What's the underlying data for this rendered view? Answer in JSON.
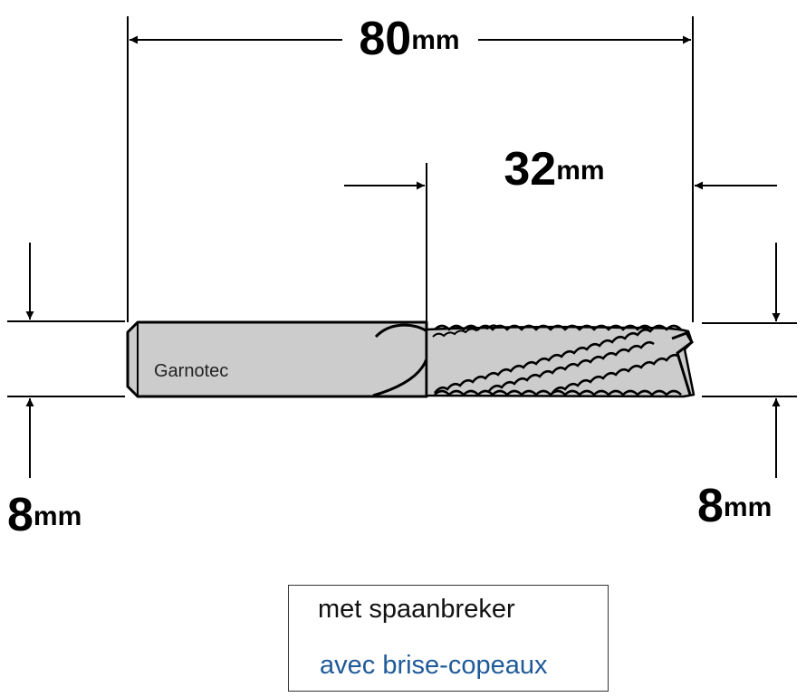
{
  "dimensions": {
    "total_length": {
      "value": "80",
      "unit": "mm"
    },
    "cutting_length": {
      "value": "32",
      "unit": "mm"
    },
    "shank_diameter": {
      "value": "8",
      "unit": "mm"
    },
    "cutting_diameter": {
      "value": "8",
      "unit": "mm"
    }
  },
  "tool": {
    "brand": "Garnotec"
  },
  "caption": {
    "dutch": "met spaanbreker",
    "french": "avec brise-copeaux"
  },
  "colors": {
    "lines": "#000000",
    "shank_fill": "#cccccc",
    "french_text": "#1f5a99"
  }
}
